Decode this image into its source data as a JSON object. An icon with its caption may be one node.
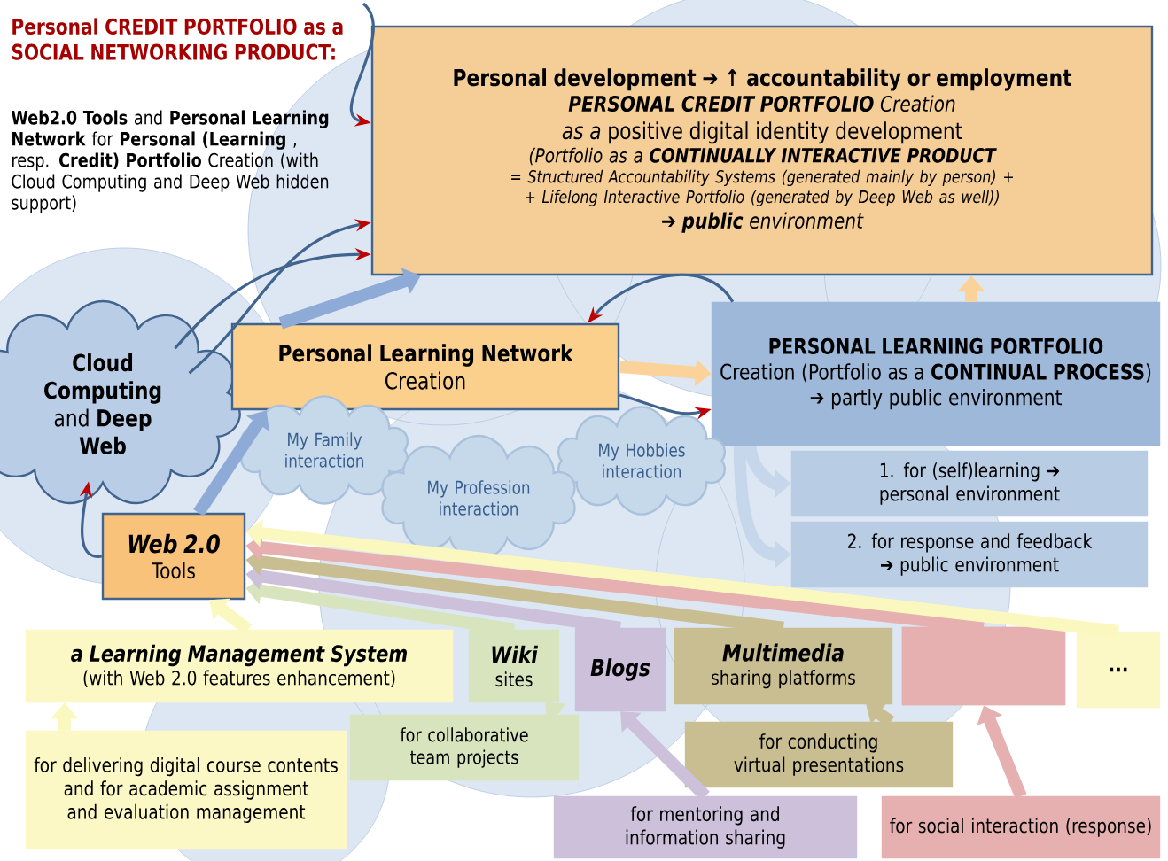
{
  "diagram": {
    "nodes": [
      {
        "text": [
          "Personal development ➔ ↑ accountability or employment",
          "**PERSONAL CREDIT PORTFOLIO** Creation",
          "*as a* positive digital identity development",
          "(Portfolio as a **CONTINUALLY INTERACTIVE PRODUCT**",
          "= Structured Accountability Systems (generated mainly by person) +",
          "+ Lifelong Interactive Portfolio (generated by Deep Web as well))",
          "➔ **public** environment"
        ]
      },
      {
        "text": [
          "**Cloud Computing** and **Deep Web**"
        ]
      },
      {
        "text": [
          "Personal Learning Network",
          "Creation"
        ]
      },
      {
        "text": [
          "PERSONAL LEARNING PORTFOLIO",
          "Creation (Portfolio as a **CONTINUAL PROCESS**)",
          "➔ partly public environment"
        ]
      },
      {
        "text": [
          "1. for (self)learning ➔ personal environment"
        ]
      },
      {
        "text": [
          "2. for response and feedback ➔ public environment"
        ]
      },
      {
        "text": [
          "My Family interaction"
        ]
      },
      {
        "text": [
          "My Hobbies interaction"
        ]
      },
      {
        "text": [
          "My Profession interaction"
        ]
      },
      {
        "text": [
          "Web 2.0",
          "Tools"
        ]
      },
      {
        "text": [
          "a Learning Management System",
          "(with Web 2.0 features enhancement)"
        ]
      },
      {
        "text": [
          "Wiki",
          "sites"
        ]
      },
      {
        "text": [
          "Blogs"
        ]
      },
      {
        "text": [
          "Multimedia",
          "sharing platforms"
        ]
      },
      {
        "text": [],
        "shape": "box"
      },
      {
        "text": [
          "..."
        ]
      },
      {
        "text": [
          "for delivering digital course contents and for academic assignment and evaluation management"
        ]
      },
      {
        "text": [
          "for collaborative team projects"
        ]
      },
      {
        "text": [
          "for mentoring and information sharing"
        ]
      },
      {
        "text": [
          "for conducting virtual presentations"
        ]
      },
      {
        "text": [
          "for social interaction (response)"
        ]
      }
    ],
    "edges": [
      {
        "from": 2,
        "to": 0,
        "arrow": "to",
        "color": "#8eaad6"
      },
      {
        "from": 9,
        "to": 2,
        "arrow": "to",
        "color": "#8eaad6"
      },
      {
        "from": 2,
        "to": 3,
        "arrow": "to",
        "color": "#fbd39a"
      },
      {
        "from": 3,
        "to": 0,
        "arrow": "to",
        "color": "#fbd39a"
      },
      {
        "from": 3,
        "to": 4,
        "arrow": "to",
        "color": "#c6d7ec"
      },
      {
        "from": 3,
        "to": 5,
        "arrow": "to",
        "color": "#c6d7ec"
      },
      {
        "from": 10,
        "to": 9,
        "arrow": "to",
        "color": "#fbf8bf"
      },
      {
        "from": 11,
        "to": 9,
        "arrow": "to",
        "color": "#d7e4bd"
      },
      {
        "from": 12,
        "to": 9,
        "arrow": "to",
        "color": "#ccc0da"
      },
      {
        "from": 13,
        "to": 9,
        "arrow": "to",
        "color": "#c9be92"
      },
      {
        "from": 14,
        "to": 9,
        "arrow": "to",
        "color": "#e6b0b0"
      },
      {
        "from": 15,
        "to": 9,
        "arrow": "to",
        "color": "#fbf8bf"
      },
      {
        "from": 16,
        "to": 10,
        "arrow": "to",
        "color": "#fbf8bf"
      },
      {
        "from": 17,
        "to": 11,
        "arrow": "to",
        "color": "#d7e4bd"
      },
      {
        "from": 18,
        "to": 12,
        "arrow": "to",
        "color": "#ccc0da"
      },
      {
        "from": 19,
        "to": 13,
        "arrow": "to",
        "color": "#c9be92"
      },
      {
        "from": 20,
        "to": 14,
        "arrow": "to",
        "color": "#e6b0b0"
      },
      {
        "from": 1,
        "to": 0,
        "arrow": "to"
      },
      {
        "from": 1,
        "to": 0,
        "arrow": "to"
      },
      {
        "from": null,
        "to": 0,
        "arrow": "to"
      },
      {
        "from": 3,
        "to": 2,
        "arrow": "to"
      },
      {
        "from": 2,
        "to": 3,
        "arrow": "to"
      },
      {
        "from": 9,
        "to": 1,
        "arrow": "to"
      }
    ],
    "labels": [
      "Personal CREDIT PORTFOLIO as a SOCIAL NETWORKING PRODUCT:",
      "**Web2.0 Tools** and **Personal Learning Network** for **Personal (Learning** , resp. **Credit) Portfolio** Creation (with Cloud Computing and Deep Web hidden support)"
    ]
  }
}
